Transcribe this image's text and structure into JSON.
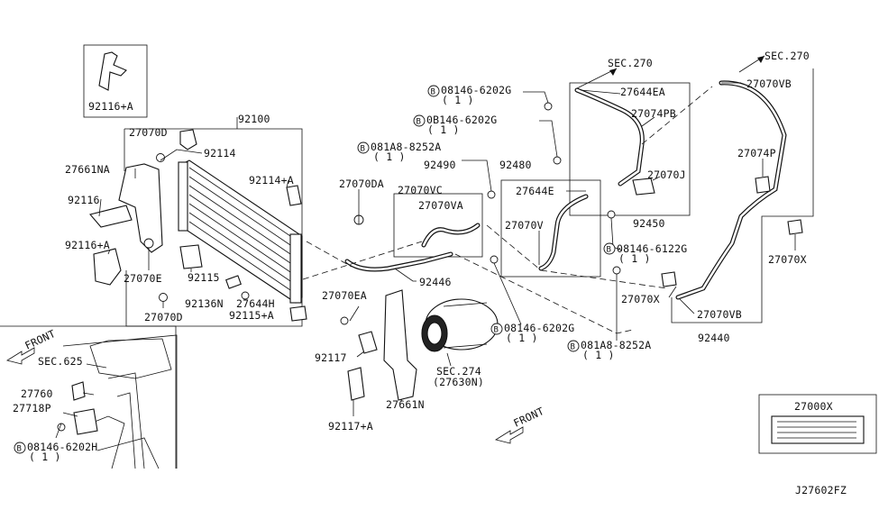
{
  "diagram_id": "J27602FZ",
  "labels": {
    "p92116a_top": "92116+A",
    "p92100": "92100",
    "p27070D_top": "27070D",
    "p92114": "92114",
    "p27661NA": "27661NA",
    "p92114a": "92114+A",
    "p92116": "92116",
    "p92116a": "92116+A",
    "p27070E": "27070E",
    "p92115": "92115",
    "p92136N": "92136N",
    "p27644H": "27644H",
    "p27070D_bot": "27070D",
    "p92115a": "92115+A",
    "p27070DA": "27070DA",
    "p27070VC": "27070VC",
    "p27070VA": "27070VA",
    "p92490": "92490",
    "p081A8_top": "081A8-8252A",
    "p081A8_top_q": "( 1 )",
    "p08146_a": "08146-6202G",
    "p08146_a_q": "( 1 )",
    "p08146_b": "0B146-6202G",
    "p08146_b_q": "( 1 )",
    "sec270_a": "SEC.270",
    "p27644EA": "27644EA",
    "p27074PB": "27074PB",
    "p92480": "92480",
    "p27644E": "27644E",
    "p27070J": "27070J",
    "p27070V": "27070V",
    "p92450": "92450",
    "p08146_6122G": "08146-6122G",
    "p08146_6122G_q": "( 1 )",
    "sec270_b": "SEC.270",
    "p27070VB_top": "27070VB",
    "p27074P": "27074P",
    "p27070X_right": "27070X",
    "p27070X": "27070X",
    "p27070VB_bot": "27070VB",
    "p92440": "92440",
    "p92446": "92446",
    "p27070EA": "27070EA",
    "p92117": "92117",
    "p92117a": "92117+A",
    "p27661N": "27661N",
    "sec274": "SEC.274",
    "sec274_sub": "(27630N)",
    "p08146_c": "08146-6202G",
    "p08146_c_q": "( 1 )",
    "p081A8_bot": "081A8-8252A",
    "p081A8_bot_q": "( 1 )",
    "front_a": "FRONT",
    "front_b": "FRONT",
    "sec625": "SEC.625",
    "p27760": "27760",
    "p27718P": "27718P",
    "p08146_6202H": "08146-6202H",
    "p08146_6202H_q": "( 1 )",
    "p27000X": "27000X",
    "bolt_symbol": "B"
  }
}
